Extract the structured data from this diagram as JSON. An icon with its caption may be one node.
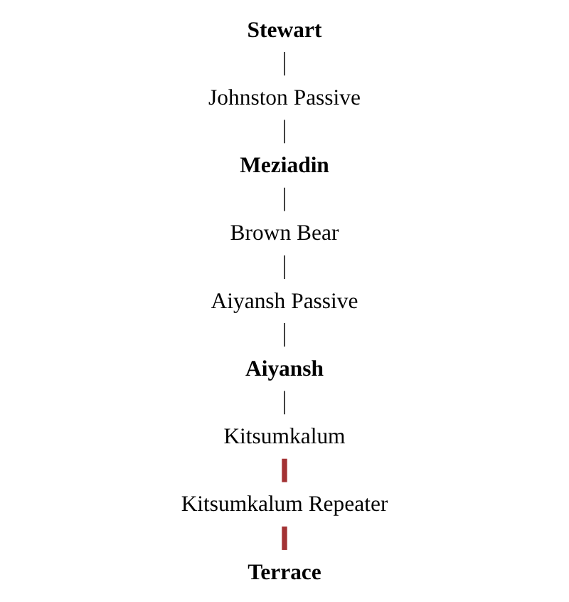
{
  "diagram": {
    "nodes": [
      {
        "text": [
          "Stewart"
        ]
      },
      {
        "text": [
          "Johnston Passive"
        ]
      },
      {
        "text": [
          "Meziadin"
        ]
      },
      {
        "text": [
          "Brown Bear"
        ]
      },
      {
        "text": [
          "Aiyansh Passive"
        ]
      },
      {
        "text": [
          "Aiyansh"
        ]
      },
      {
        "text": [
          "Kitsumkalum"
        ]
      },
      {
        "text": [
          "Kitsumkalum Repeater"
        ]
      },
      {
        "text": [
          "Terrace"
        ]
      }
    ],
    "edges": [
      {
        "from": 0,
        "to": 1,
        "arrow": "none"
      },
      {
        "from": 1,
        "to": 2,
        "arrow": "none"
      },
      {
        "from": 2,
        "to": 3,
        "arrow": "none"
      },
      {
        "from": 3,
        "to": 4,
        "arrow": "none"
      },
      {
        "from": 4,
        "to": 5,
        "arrow": "none"
      },
      {
        "from": 5,
        "to": 6,
        "arrow": "none"
      },
      {
        "from": 6,
        "to": 7,
        "arrow": "none",
        "style": "thick",
        "color": "#a33234"
      },
      {
        "from": 7,
        "to": 8,
        "arrow": "none",
        "style": "thick",
        "color": "#a33234"
      }
    ]
  }
}
